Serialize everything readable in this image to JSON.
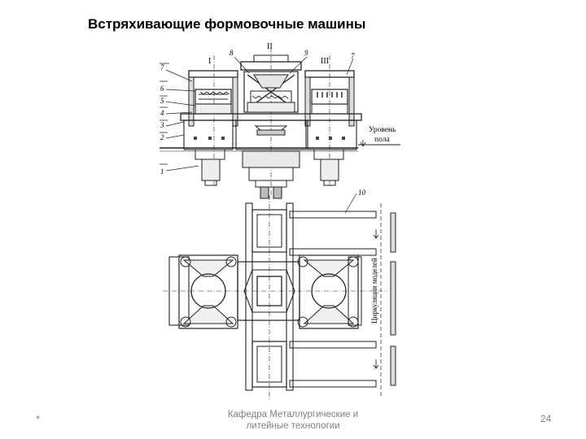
{
  "slide": {
    "title": "Встряхивающие формовочные машины"
  },
  "drawing": {
    "section_labels": {
      "s1": "I",
      "s2": "II",
      "s3": "III"
    },
    "callouts": {
      "n1": "1",
      "n2": "2",
      "n3": "3",
      "n4": "4",
      "n5": "5",
      "n6": "6",
      "n7a": "7",
      "n7b": "7",
      "n8": "8",
      "n9": "9",
      "n10": "10"
    },
    "floor_level_line1": "Уровень",
    "floor_level_line2": "пола",
    "circulation_label": "Циркуляция моделей"
  },
  "footer": {
    "bullet": "*",
    "text": "Кафедра Металлургические и литейные технологии",
    "page_number": "24"
  }
}
